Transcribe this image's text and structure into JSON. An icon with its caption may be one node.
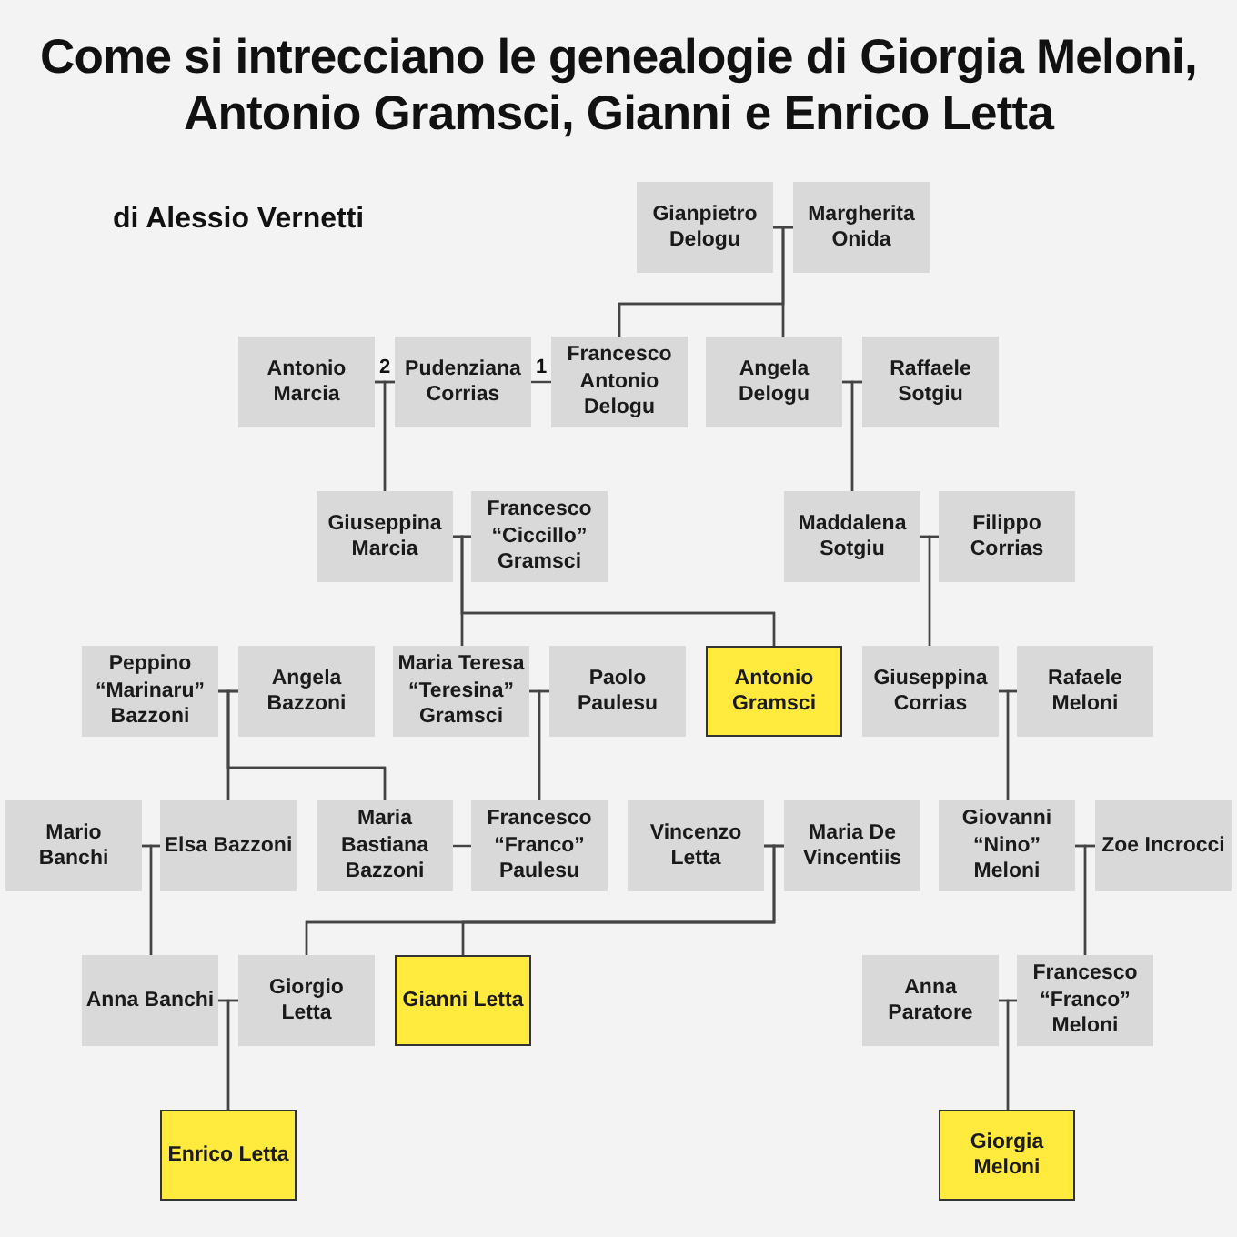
{
  "diagram": {
    "title": "Come si intrecciano le genealogie di Giorgia Meloni, Antonio Gramsci, Gianni e Enrico Letta",
    "nodes": [
      {
        "text": [
          "Gianpietro Delogu"
        ]
      },
      {
        "text": [
          "Margherita Onida"
        ]
      },
      {
        "text": [
          "Antonio Marcia"
        ]
      },
      {
        "text": [
          "Pudenziana Corrias"
        ]
      },
      {
        "text": [
          "Francesco Antonio Delogu"
        ]
      },
      {
        "text": [
          "Angela Delogu"
        ]
      },
      {
        "text": [
          "Raffaele Sotgiu"
        ]
      },
      {
        "text": [
          "Giuseppina Marcia"
        ]
      },
      {
        "text": [
          "Francesco “Ciccillo” Gramsci"
        ]
      },
      {
        "text": [
          "Maddalena Sotgiu"
        ]
      },
      {
        "text": [
          "Filippo Corrias"
        ]
      },
      {
        "text": [
          "Peppino “Marinaru” Bazzoni"
        ]
      },
      {
        "text": [
          "Angela Bazzoni"
        ]
      },
      {
        "text": [
          "Maria Teresa “Teresina” Gramsci"
        ]
      },
      {
        "text": [
          "Paolo Paulesu"
        ]
      },
      {
        "text": [
          "Antonio Gramsci"
        ]
      },
      {
        "text": [
          "Giuseppina Corrias"
        ]
      },
      {
        "text": [
          "Rafaele Meloni"
        ]
      },
      {
        "text": [
          "Mario Banchi"
        ]
      },
      {
        "text": [
          "Elsa Bazzoni"
        ]
      },
      {
        "text": [
          "Maria Bastiana Bazzoni"
        ]
      },
      {
        "text": [
          "Francesco “Franco” Paulesu"
        ]
      },
      {
        "text": [
          "Vincenzo Letta"
        ]
      },
      {
        "text": [
          "Maria De Vincentiis"
        ]
      },
      {
        "text": [
          "Giovanni “Nino” Meloni"
        ]
      },
      {
        "text": [
          "Zoe Incrocci"
        ]
      },
      {
        "text": [
          "Anna Banchi"
        ]
      },
      {
        "text": [
          "Giorgio Letta"
        ]
      },
      {
        "text": [
          "Gianni Letta"
        ]
      },
      {
        "text": [
          "Anna Paratore"
        ]
      },
      {
        "text": [
          "Francesco “Franco” Meloni"
        ]
      },
      {
        "text": [
          "Enrico Letta"
        ]
      },
      {
        "text": [
          "Giorgia Meloni"
        ]
      }
    ],
    "edges": [
      {
        "from": 0,
        "to": 1,
        "arrow": "none"
      },
      {
        "from": 0,
        "to": 4,
        "arrow": "none"
      },
      {
        "from": 1,
        "to": 4,
        "arrow": "none"
      },
      {
        "from": 0,
        "to": 5,
        "arrow": "none"
      },
      {
        "from": 1,
        "to": 5,
        "arrow": "none"
      },
      {
        "from": 2,
        "to": 3,
        "arrow": "none",
        "label": "2"
      },
      {
        "from": 3,
        "to": 4,
        "arrow": "none",
        "label": "1"
      },
      {
        "from": 5,
        "to": 6,
        "arrow": "none"
      },
      {
        "from": 2,
        "to": 7,
        "arrow": "none"
      },
      {
        "from": 3,
        "to": 7,
        "arrow": "none"
      },
      {
        "from": 5,
        "to": 9,
        "arrow": "none"
      },
      {
        "from": 6,
        "to": 9,
        "arrow": "none"
      },
      {
        "from": 7,
        "to": 8,
        "arrow": "none"
      },
      {
        "from": 9,
        "to": 10,
        "arrow": "none"
      },
      {
        "from": 7,
        "to": 13,
        "arrow": "none"
      },
      {
        "from": 8,
        "to": 13,
        "arrow": "none"
      },
      {
        "from": 7,
        "to": 15,
        "arrow": "none"
      },
      {
        "from": 8,
        "to": 15,
        "arrow": "none"
      },
      {
        "from": 9,
        "to": 16,
        "arrow": "none"
      },
      {
        "from": 10,
        "to": 16,
        "arrow": "none"
      },
      {
        "from": 11,
        "to": 12,
        "arrow": "none"
      },
      {
        "from": 13,
        "to": 14,
        "arrow": "none"
      },
      {
        "from": 16,
        "to": 17,
        "arrow": "none"
      },
      {
        "from": 11,
        "to": 19,
        "arrow": "none"
      },
      {
        "from": 12,
        "to": 19,
        "arrow": "none"
      },
      {
        "from": 11,
        "to": 20,
        "arrow": "none"
      },
      {
        "from": 12,
        "to": 20,
        "arrow": "none"
      },
      {
        "from": 13,
        "to": 21,
        "arrow": "none"
      },
      {
        "from": 14,
        "to": 21,
        "arrow": "none"
      },
      {
        "from": 16,
        "to": 24,
        "arrow": "none"
      },
      {
        "from": 17,
        "to": 24,
        "arrow": "none"
      },
      {
        "from": 18,
        "to": 19,
        "arrow": "none"
      },
      {
        "from": 20,
        "to": 21,
        "arrow": "none"
      },
      {
        "from": 22,
        "to": 23,
        "arrow": "none"
      },
      {
        "from": 24,
        "to": 25,
        "arrow": "none"
      },
      {
        "from": 18,
        "to": 26,
        "arrow": "none"
      },
      {
        "from": 19,
        "to": 26,
        "arrow": "none"
      },
      {
        "from": 22,
        "to": 27,
        "arrow": "none"
      },
      {
        "from": 23,
        "to": 27,
        "arrow": "none"
      },
      {
        "from": 22,
        "to": 28,
        "arrow": "none"
      },
      {
        "from": 23,
        "to": 28,
        "arrow": "none"
      },
      {
        "from": 24,
        "to": 30,
        "arrow": "none"
      },
      {
        "from": 25,
        "to": 30,
        "arrow": "none"
      },
      {
        "from": 26,
        "to": 27,
        "arrow": "none"
      },
      {
        "from": 29,
        "to": 30,
        "arrow": "none"
      },
      {
        "from": 26,
        "to": 31,
        "arrow": "none"
      },
      {
        "from": 27,
        "to": 31,
        "arrow": "none"
      },
      {
        "from": 29,
        "to": 32,
        "arrow": "none"
      },
      {
        "from": 30,
        "to": 32,
        "arrow": "none"
      }
    ],
    "labels": [
      "di Alessio Vernetti"
    ]
  }
}
